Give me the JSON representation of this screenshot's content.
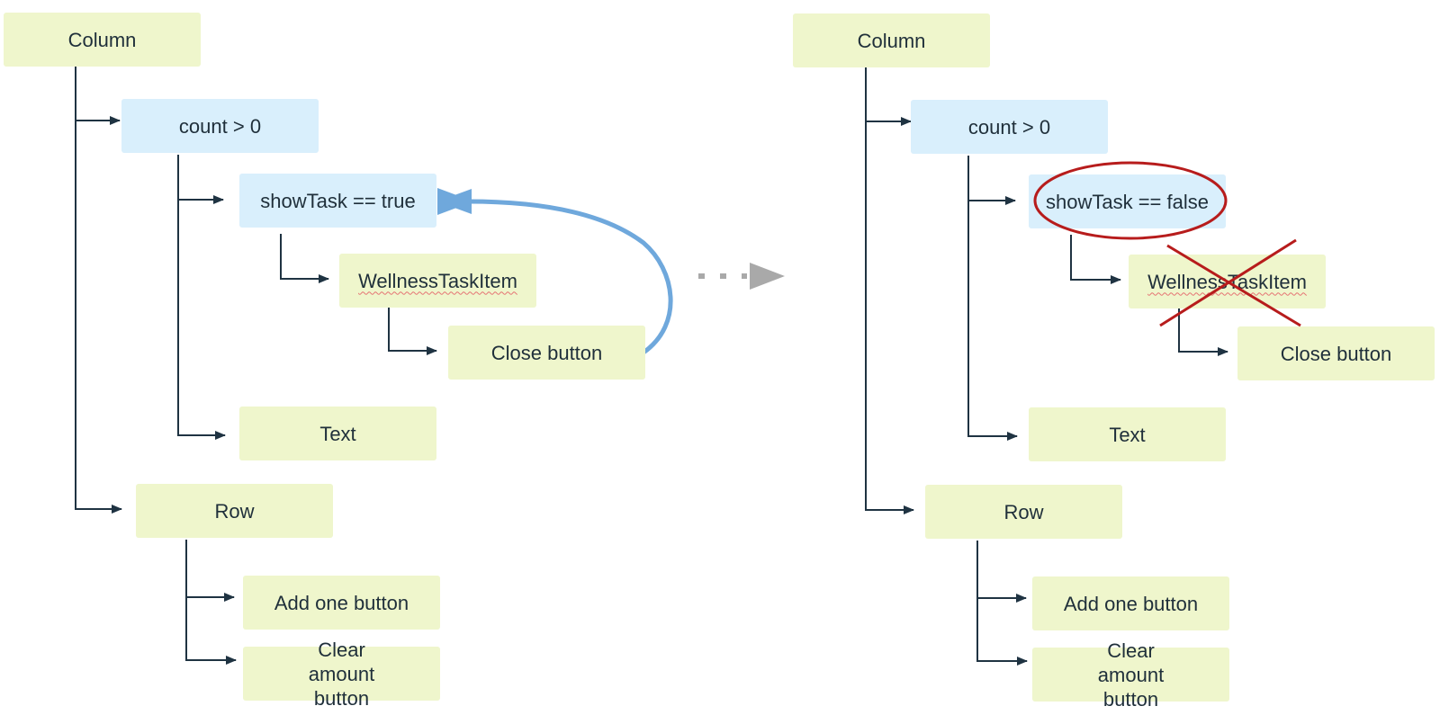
{
  "colors": {
    "node_green": "#eff6cc",
    "node_blue": "#d9effc",
    "line": "#1f3342",
    "curve": "#6fa8dc",
    "mark_red": "#b71c1c",
    "transition_arrow": "#a9a9a9"
  },
  "before": {
    "column": "Column",
    "count": "count > 0",
    "show_task": "showTask == true",
    "wellness": "WellnessTaskItem",
    "close": "Close button",
    "text": "Text",
    "row": "Row",
    "add_one": "Add one button",
    "clear_amount": "Clear amount button"
  },
  "after": {
    "column": "Column",
    "count": "count > 0",
    "show_task": "showTask == false",
    "wellness": "WellnessTaskItem",
    "close": "Close button",
    "text": "Text",
    "row": "Row",
    "add_one": "Add one button",
    "clear_amount": "Clear amount button"
  },
  "icons": {
    "transition": "dotted-right-arrow-icon",
    "removed": "x-cross-icon",
    "highlight": "circle-highlight-icon"
  }
}
